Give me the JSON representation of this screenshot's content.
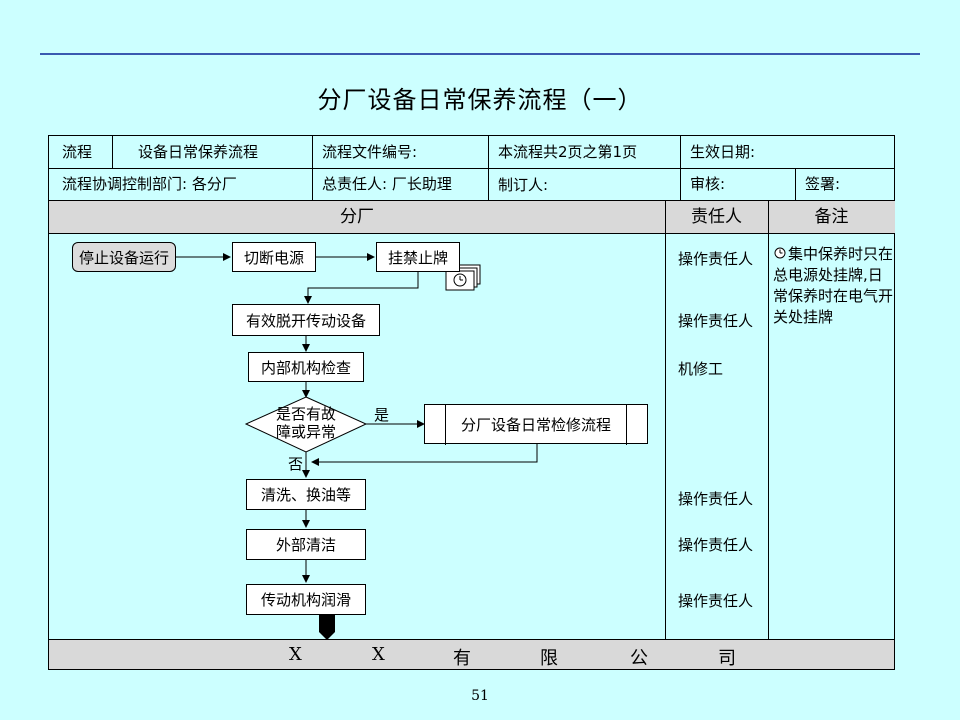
{
  "title": "分厂设备日常保养流程（一）",
  "header": {
    "row1": {
      "process_label": "流程",
      "process_name": "设备日常保养流程",
      "doc_no_label": "流程文件编号:",
      "page_info": "本流程共2页之第1页",
      "effective_date_label": "生效日期:"
    },
    "row2": {
      "dept_label": "流程协调控制部门: 各分厂",
      "owner_label": "总责任人: 厂长助理",
      "author_label": "制订人:",
      "review_label": "审核:",
      "sign_label": "签署:"
    }
  },
  "columns": {
    "branch": "分厂",
    "responsible": "责任人",
    "remarks": "备注"
  },
  "nodes": {
    "stop": "停止设备运行",
    "cut_power": "切断电源",
    "hang_sign": "挂禁止牌",
    "disconnect": "有效脱开传动设备",
    "inspect": "内部机构检查",
    "decision_line1": "是否有故",
    "decision_line2": "障或异常",
    "repair_process": "分厂设备日常检修流程",
    "clean_oil": "清洗、换油等",
    "exterior": "外部清洁",
    "lubricate": "传动机构润滑"
  },
  "labels": {
    "yes": "是",
    "no": "否"
  },
  "responsible": {
    "r1": "操作责任人",
    "r2": "操作责任人",
    "r3": "机修工",
    "r4": "操作责任人",
    "r5": "操作责任人",
    "r6": "操作责任人"
  },
  "note": "集中保养时只在总电源处挂牌,日常保养时在电气开关处挂牌",
  "footer": [
    "X",
    "X",
    "有",
    "限",
    "公",
    "司"
  ],
  "page_number": "51"
}
